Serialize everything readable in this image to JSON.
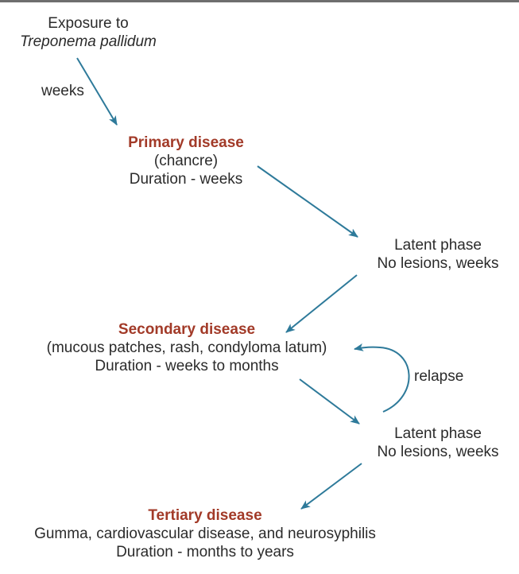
{
  "colors": {
    "heading": "#a23a28",
    "arrow": "#2e7a9a",
    "text": "#2b2b2b"
  },
  "nodes": {
    "exposure": {
      "line1": "Exposure to",
      "line2": "Treponema pallidum"
    },
    "primary": {
      "title": "Primary disease",
      "line1": "(chancre)",
      "line2": "Duration - weeks"
    },
    "latent1": {
      "line1": "Latent phase",
      "line2": "No lesions, weeks"
    },
    "secondary": {
      "title": "Secondary disease",
      "line1": "(mucous patches, rash, condyloma latum)",
      "line2": "Duration - weeks to months"
    },
    "latent2": {
      "line1": "Latent phase",
      "line2": "No lesions, weeks"
    },
    "tertiary": {
      "title": "Tertiary disease",
      "line1": "Gumma, cardiovascular disease, and neurosyphilis",
      "line2": "Duration - months to years"
    }
  },
  "edge_labels": {
    "exposure_to_primary": "weeks",
    "relapse": "relapse"
  },
  "edges": [
    {
      "from": "exposure",
      "to": "primary",
      "label": "weeks"
    },
    {
      "from": "primary",
      "to": "latent1"
    },
    {
      "from": "latent1",
      "to": "secondary"
    },
    {
      "from": "secondary",
      "to": "latent2"
    },
    {
      "from": "latent2",
      "to": "secondary",
      "label": "relapse"
    },
    {
      "from": "latent2",
      "to": "tertiary"
    }
  ]
}
